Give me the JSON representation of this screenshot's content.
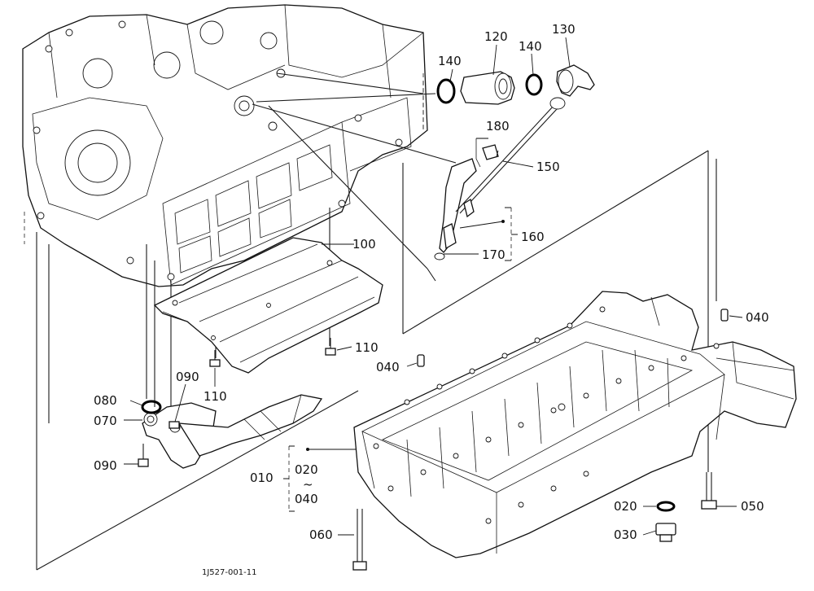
{
  "callouts": {
    "c120": "120",
    "c130": "130",
    "c140a": "140",
    "c140b": "140",
    "c180": "180",
    "c150": "150",
    "c160": "160",
    "c170": "170",
    "c100": "100",
    "c110a": "110",
    "c110b": "110",
    "c040a": "040",
    "c040b": "040",
    "c090a": "090",
    "c090b": "090",
    "c080": "080",
    "c070": "070",
    "c010": "010",
    "c020a": "020",
    "c020b": "020",
    "tilde": "~",
    "c040c": "040",
    "c050": "050",
    "c030": "030",
    "c060": "060"
  },
  "caption": "1J527-001-11"
}
